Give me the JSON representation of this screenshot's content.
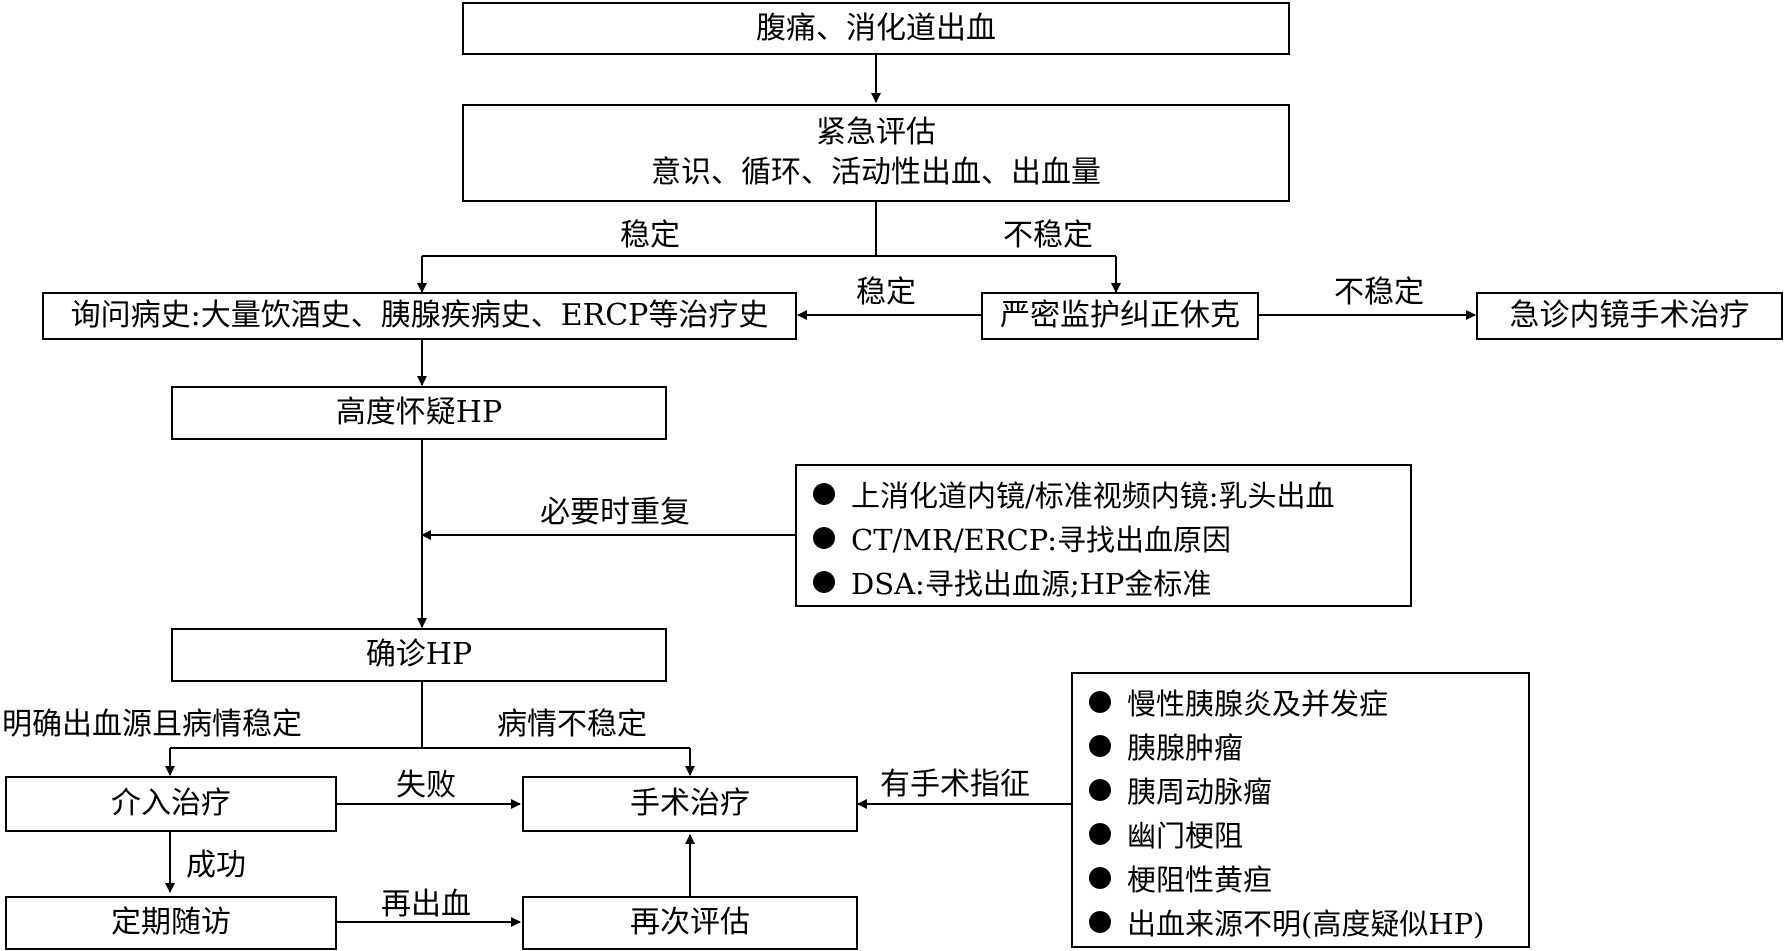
{
  "nodes": {
    "symptoms": "腹痛、消化道出血",
    "emergency_title": "紧急评估",
    "emergency_detail": "意识、循环、活动性出血、出血量",
    "history": "询问病史:大量饮酒史、胰腺疾病史、ERCP等治疗史",
    "monitor": "严密监护纠正休克",
    "emergency_endoscopy": "急诊内镜手术治疗",
    "suspect_hp": "高度怀疑HP",
    "confirm_hp": "确诊HP",
    "interventional": "介入治疗",
    "surgery": "手术治疗",
    "follow_up": "定期随访",
    "reassess": "再次评估"
  },
  "edges": {
    "stable_left": "稳定",
    "unstable_right": "不稳定",
    "stable_back": "稳定",
    "unstable_to_endoscopy": "不稳定",
    "repeat_if_needed": "必要时重复",
    "source_clear_stable": "明确出血源且病情稳定",
    "condition_unstable": "病情不稳定",
    "failure": "失败",
    "success": "成功",
    "rebleeding": "再出血",
    "surgical_indication": "有手术指征"
  },
  "exam_list": [
    "上消化道内镜/标准视频内镜:乳头出血",
    "CT/MR/ERCP:寻找出血原因",
    "DSA:寻找出血源;HP金标准"
  ],
  "indication_list": [
    "慢性胰腺炎及并发症",
    "胰腺肿瘤",
    "胰周动脉瘤",
    "幽门梗阻",
    "梗阻性黄疸",
    "出血来源不明(高度疑似HP)"
  ]
}
